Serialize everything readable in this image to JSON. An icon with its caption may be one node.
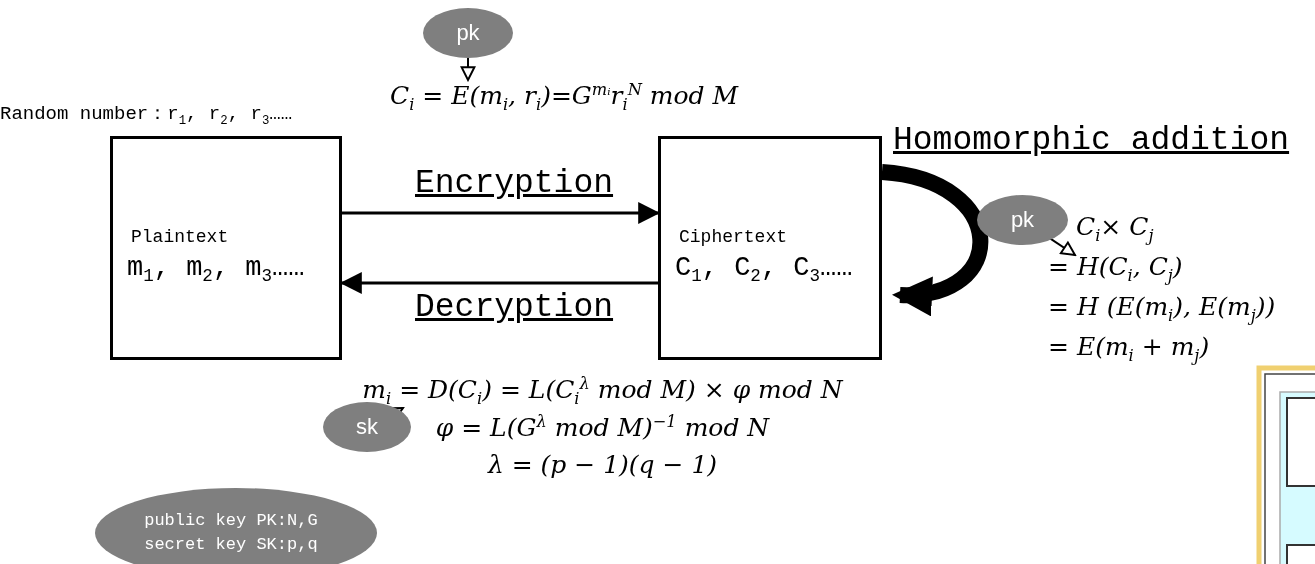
{
  "diagram": {
    "nodes": [
      {
        "text": [
          "pk"
        ]
      },
      {
        "text": [
          "C$_{i}$ = E(m$_{i}$, r$_{i}$)=G$^{mᵢ}$r$_{i}$$^{N}$ mod M"
        ]
      },
      {
        "text": [
          "Plaintext",
          "m$_{1}$, m$_{2}$, m$_{3}$……"
        ]
      },
      {
        "text": [
          "Ciphertext",
          "C$_{1}$, C$_{2}$, C$_{3}$……"
        ]
      },
      {
        "text": [
          "pk"
        ]
      },
      {
        "text": [
          "C$_{i}$× C$_{j}$",
          "= H(C$_{i}$, C$_{j}$)",
          "= H (E(m$_{i}$), E(m$_{j}$))",
          "= E(m$_{i}$ + m$_{j}$)"
        ]
      },
      {
        "text": [
          "sk"
        ]
      },
      {
        "text": [
          "m$_{i}$ = D(C$_{i}$) = L(C$_{i}$$^{λ}$ mod M) × φ mod N",
          "φ = L(G$^{λ}$ mod M)$^{−1}$ mod N",
          "λ = (p − 1)(q − 1)"
        ]
      },
      {
        "text": [
          "public key PK:N,G secret key SK:p,q"
        ]
      }
    ],
    "edges": [
      {
        "from": 0,
        "to": 1,
        "arrow": "to"
      },
      {
        "from": 2,
        "to": 3,
        "arrow": "to",
        "label": "Encryption"
      },
      {
        "from": 3,
        "to": 2,
        "arrow": "to",
        "label": "Decryption"
      },
      {
        "from": 3,
        "to": 3,
        "arrow": "to",
        "label": "Homomorphic addition",
        "style": "thick"
      },
      {
        "from": 4,
        "to": 5,
        "arrow": "to"
      },
      {
        "from": 6,
        "to": 7,
        "arrow": "to"
      }
    ],
    "labels": [
      "Random number：r$_{1}$, r$_{2}$, r$_{3}$……"
    ]
  }
}
